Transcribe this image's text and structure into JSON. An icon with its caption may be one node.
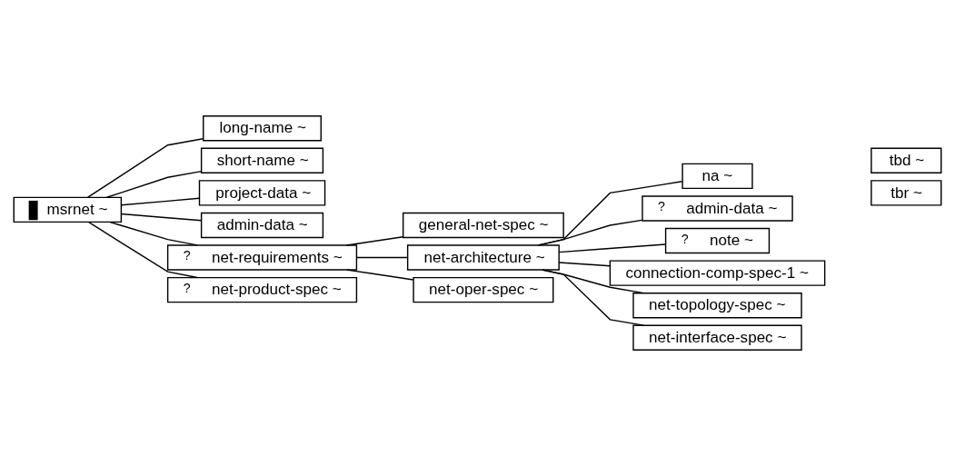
{
  "diagram": {
    "nodes": [
      {
        "text": [
          "msrnet ~"
        ]
      },
      {
        "text": [
          "long-name ~"
        ]
      },
      {
        "text": [
          "short-name ~"
        ]
      },
      {
        "text": [
          "project-data ~"
        ]
      },
      {
        "text": [
          "admin-data ~"
        ]
      },
      {
        "text": [
          "?",
          "net-requirements ~"
        ]
      },
      {
        "text": [
          "general-net-spec ~"
        ]
      },
      {
        "text": [
          "net-architecture ~"
        ]
      },
      {
        "text": [
          "na ~"
        ]
      },
      {
        "text": [
          "tbd ~"
        ]
      },
      {
        "text": [
          "tbr ~"
        ]
      },
      {
        "text": [
          "?",
          "admin-data ~"
        ]
      },
      {
        "text": [
          "?",
          "note ~"
        ]
      },
      {
        "text": [
          "connection-comp-spec-1 ~"
        ]
      },
      {
        "text": [
          "net-topology-spec ~"
        ]
      },
      {
        "text": [
          "net-interface-spec ~"
        ]
      },
      {
        "text": [
          "net-oper-spec ~"
        ]
      },
      {
        "text": [
          "?",
          "net-product-spec ~"
        ]
      }
    ],
    "edges": [
      {
        "from": 0,
        "to": 1,
        "arrow": "none"
      },
      {
        "from": 0,
        "to": 2,
        "arrow": "none"
      },
      {
        "from": 0,
        "to": 3,
        "arrow": "none"
      },
      {
        "from": 0,
        "to": 4,
        "arrow": "none"
      },
      {
        "from": 0,
        "to": 5,
        "arrow": "none"
      },
      {
        "from": 0,
        "to": 17,
        "arrow": "none"
      },
      {
        "from": 5,
        "to": 6,
        "arrow": "none"
      },
      {
        "from": 5,
        "to": 7,
        "arrow": "none"
      },
      {
        "from": 5,
        "to": 16,
        "arrow": "none"
      },
      {
        "from": 7,
        "to": 8,
        "arrow": "none"
      },
      {
        "from": 7,
        "to": 11,
        "arrow": "none"
      },
      {
        "from": 7,
        "to": 12,
        "arrow": "none"
      },
      {
        "from": 7,
        "to": 13,
        "arrow": "none"
      },
      {
        "from": 7,
        "to": 14,
        "arrow": "none"
      },
      {
        "from": 7,
        "to": 15,
        "arrow": "none"
      }
    ]
  }
}
